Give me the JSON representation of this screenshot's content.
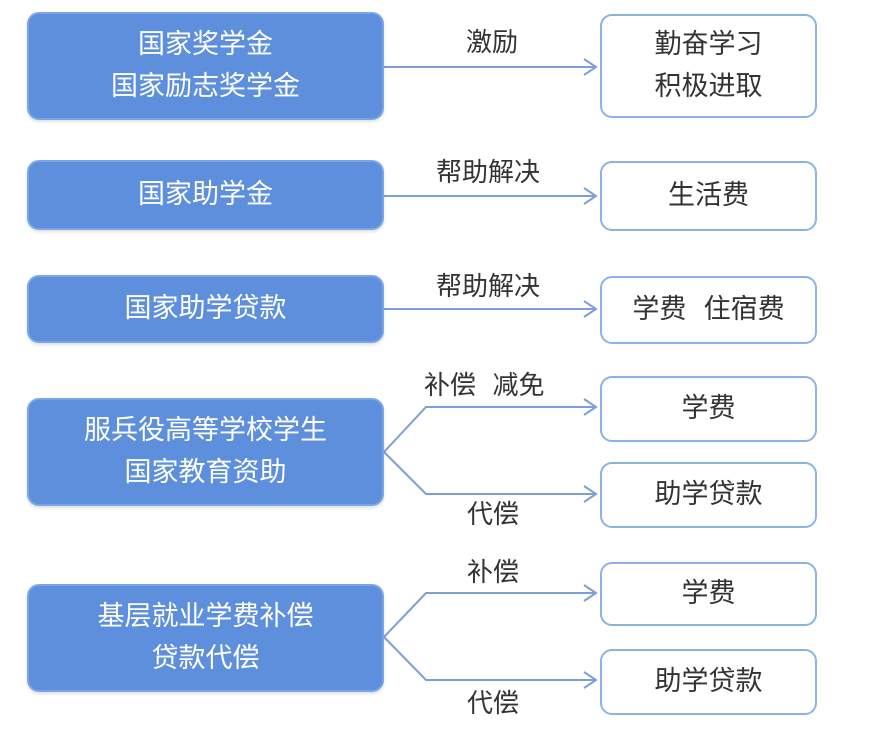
{
  "rows": [
    {
      "source": [
        "国家奖学金",
        "国家励志奖学金"
      ],
      "branches": [
        {
          "label": "激励",
          "target": [
            "勤奋学习",
            "积极进取"
          ]
        }
      ]
    },
    {
      "source": [
        "国家助学金"
      ],
      "branches": [
        {
          "label": "帮助解决",
          "target": [
            "生活费"
          ]
        }
      ]
    },
    {
      "source": [
        "国家助学贷款"
      ],
      "branches": [
        {
          "label": "帮助解决",
          "target": [
            "学费  住宿费"
          ]
        }
      ]
    },
    {
      "source": [
        "服兵役高等学校学生",
        "国家教育资助"
      ],
      "branches": [
        {
          "label": "补偿  减免",
          "target": [
            "学费"
          ]
        },
        {
          "label": "代偿",
          "target": [
            "助学贷款"
          ]
        }
      ]
    },
    {
      "source": [
        "基层就业学费补偿",
        "贷款代偿"
      ],
      "branches": [
        {
          "label": "补偿",
          "target": [
            "学费"
          ]
        },
        {
          "label": "代偿",
          "target": [
            "助学贷款"
          ]
        }
      ]
    }
  ],
  "colors": {
    "source_fill": "#5e8fdc",
    "target_border": "#8bb3e6",
    "arrow": "#7d9ed6"
  }
}
